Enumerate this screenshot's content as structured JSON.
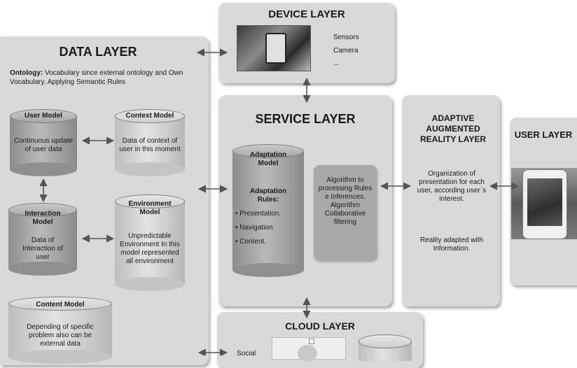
{
  "device_layer": {
    "title": "DEVICE LAYER",
    "items": [
      "Sensors",
      "Camera",
      "..."
    ]
  },
  "data_layer": {
    "title": "DATA LAYER",
    "ontology_label": "Ontology:",
    "ontology_text": " Vocabulary since external ontology and Own Vocabulary. Applying  Semantic Rules",
    "user_model": {
      "title": "User Model",
      "text": "Continuous update of user data"
    },
    "context_model": {
      "title": "Context Model",
      "text": "Data of context of user in this moment"
    },
    "interaction_model": {
      "title": "Interaction Model",
      "text": "Data of Interaction of user"
    },
    "environment_model": {
      "title": "Environment Model",
      "text": "Unpredictable Environment In this model represented all environment"
    },
    "content_model": {
      "title": "Content Model",
      "text": "Depending of specific problem also can be external data"
    }
  },
  "service_layer": {
    "title": "SERVICE LAYER",
    "adaptation_model": {
      "title": "Adaptation Model",
      "rules_title": "Adaptation Rules:",
      "rules": [
        "Presentation.",
        "Navigation",
        "Content."
      ]
    },
    "algorithm_text": "Algorithm to processing Rules e Inferences. Algorithm Collaborative filtering"
  },
  "adaptive_layer": {
    "title": "ADAPTIVE AUGMENTED REALITY  LAYER",
    "text1": "Organization of presentation for each user, according user`s interest.",
    "text2": "Reality adapted with Information."
  },
  "user_layer": {
    "title": "USER LAYER"
  },
  "cloud_layer": {
    "title": "CLOUD LAYER",
    "social_label": "Social"
  }
}
